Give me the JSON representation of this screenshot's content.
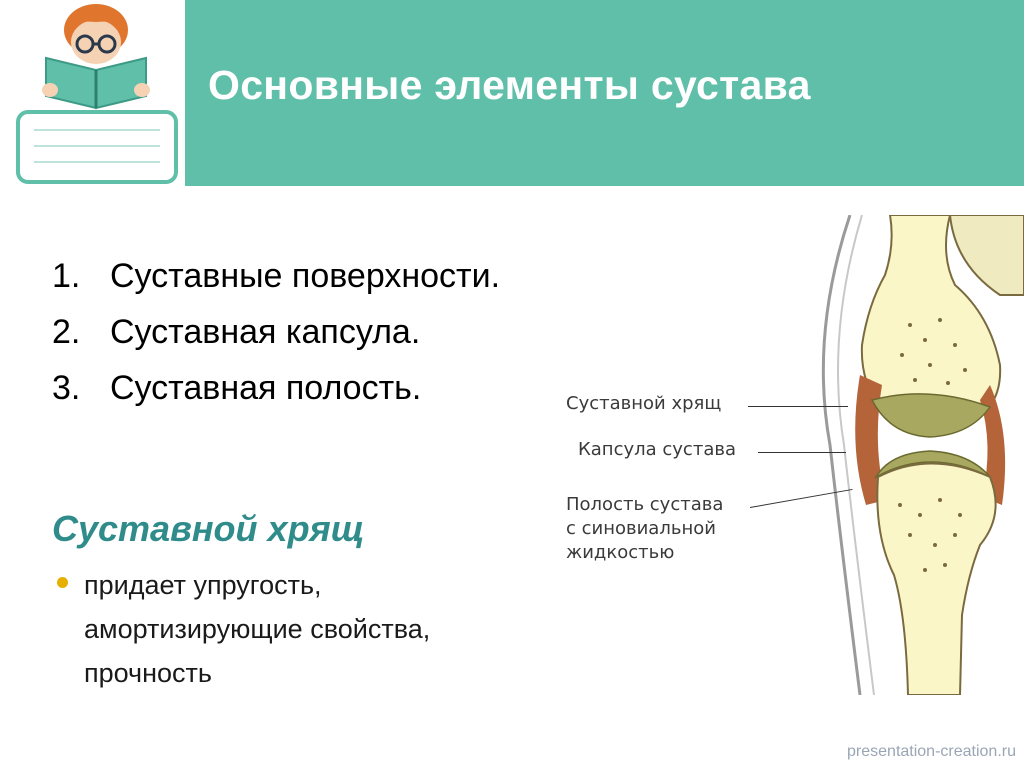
{
  "slide": {
    "title": "Основные элементы сустава",
    "accent_color": "#5fbfa9",
    "list": [
      {
        "num": "1.",
        "text": "Суставные поверхности."
      },
      {
        "num": "2.",
        "text": "Суставная капсула."
      },
      {
        "num": "3.",
        "text": "Суставная полость."
      }
    ],
    "subheading": "Суставной хрящ",
    "bullet": "придает упругость, амортизирующие свойства, прочность",
    "diagram_labels": {
      "cartilage": "Суставной хрящ",
      "capsule": "Капсула сустава",
      "cavity_line1": "Полость сустава",
      "cavity_line2": "с синовиальной",
      "cavity_line3": "жидкостью"
    },
    "watermark": "presentation-creation.ru"
  }
}
